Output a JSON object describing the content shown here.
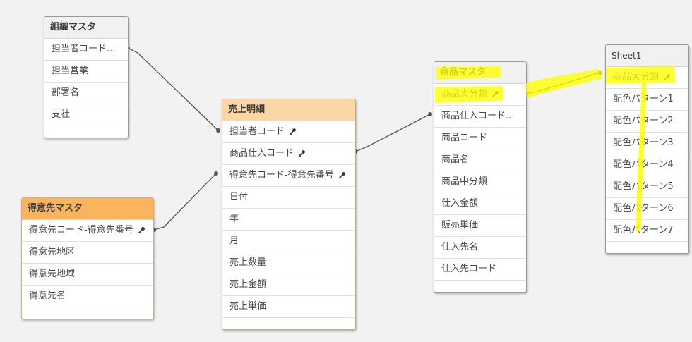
{
  "tables": {
    "soshiki": {
      "title": "組織マスタ",
      "fields": [
        "担当者コード...",
        "担当営業",
        "部署名",
        "支社"
      ]
    },
    "tokui": {
      "title": "得意先マスタ",
      "fields": [
        "得意先コード-得意先番号",
        "得意先地区",
        "得意先地域",
        "得意先名"
      ]
    },
    "uriage": {
      "title": "売上明細",
      "fields": [
        "担当者コード",
        "商品仕入コード",
        "得意先コード-得意先番号",
        "日付",
        "年",
        "月",
        "売上数量",
        "売上金額",
        "売上単価"
      ]
    },
    "shohin": {
      "title": "商品マスタ",
      "fields": [
        "商品大分類",
        "商品仕入コード...",
        "商品コード",
        "商品名",
        "商品中分類",
        "仕入金額",
        "販売単価",
        "仕入先名",
        "仕入先コード"
      ]
    },
    "sheet1": {
      "title": "Sheet1",
      "fields": [
        "商品大分類",
        "配色パターン1",
        "配色パターン2",
        "配色パターン3",
        "配色パターン4",
        "配色パターン5",
        "配色パターン6",
        "配色パターン7"
      ]
    }
  },
  "colors": {
    "canvas_bg": "#f2f2f2",
    "link_line": "#555555",
    "uriage_header": "#fcd7a6",
    "tokui_header": "#fbb45e",
    "highlight": "#ffff00"
  },
  "icons": {
    "key": "key-icon"
  }
}
